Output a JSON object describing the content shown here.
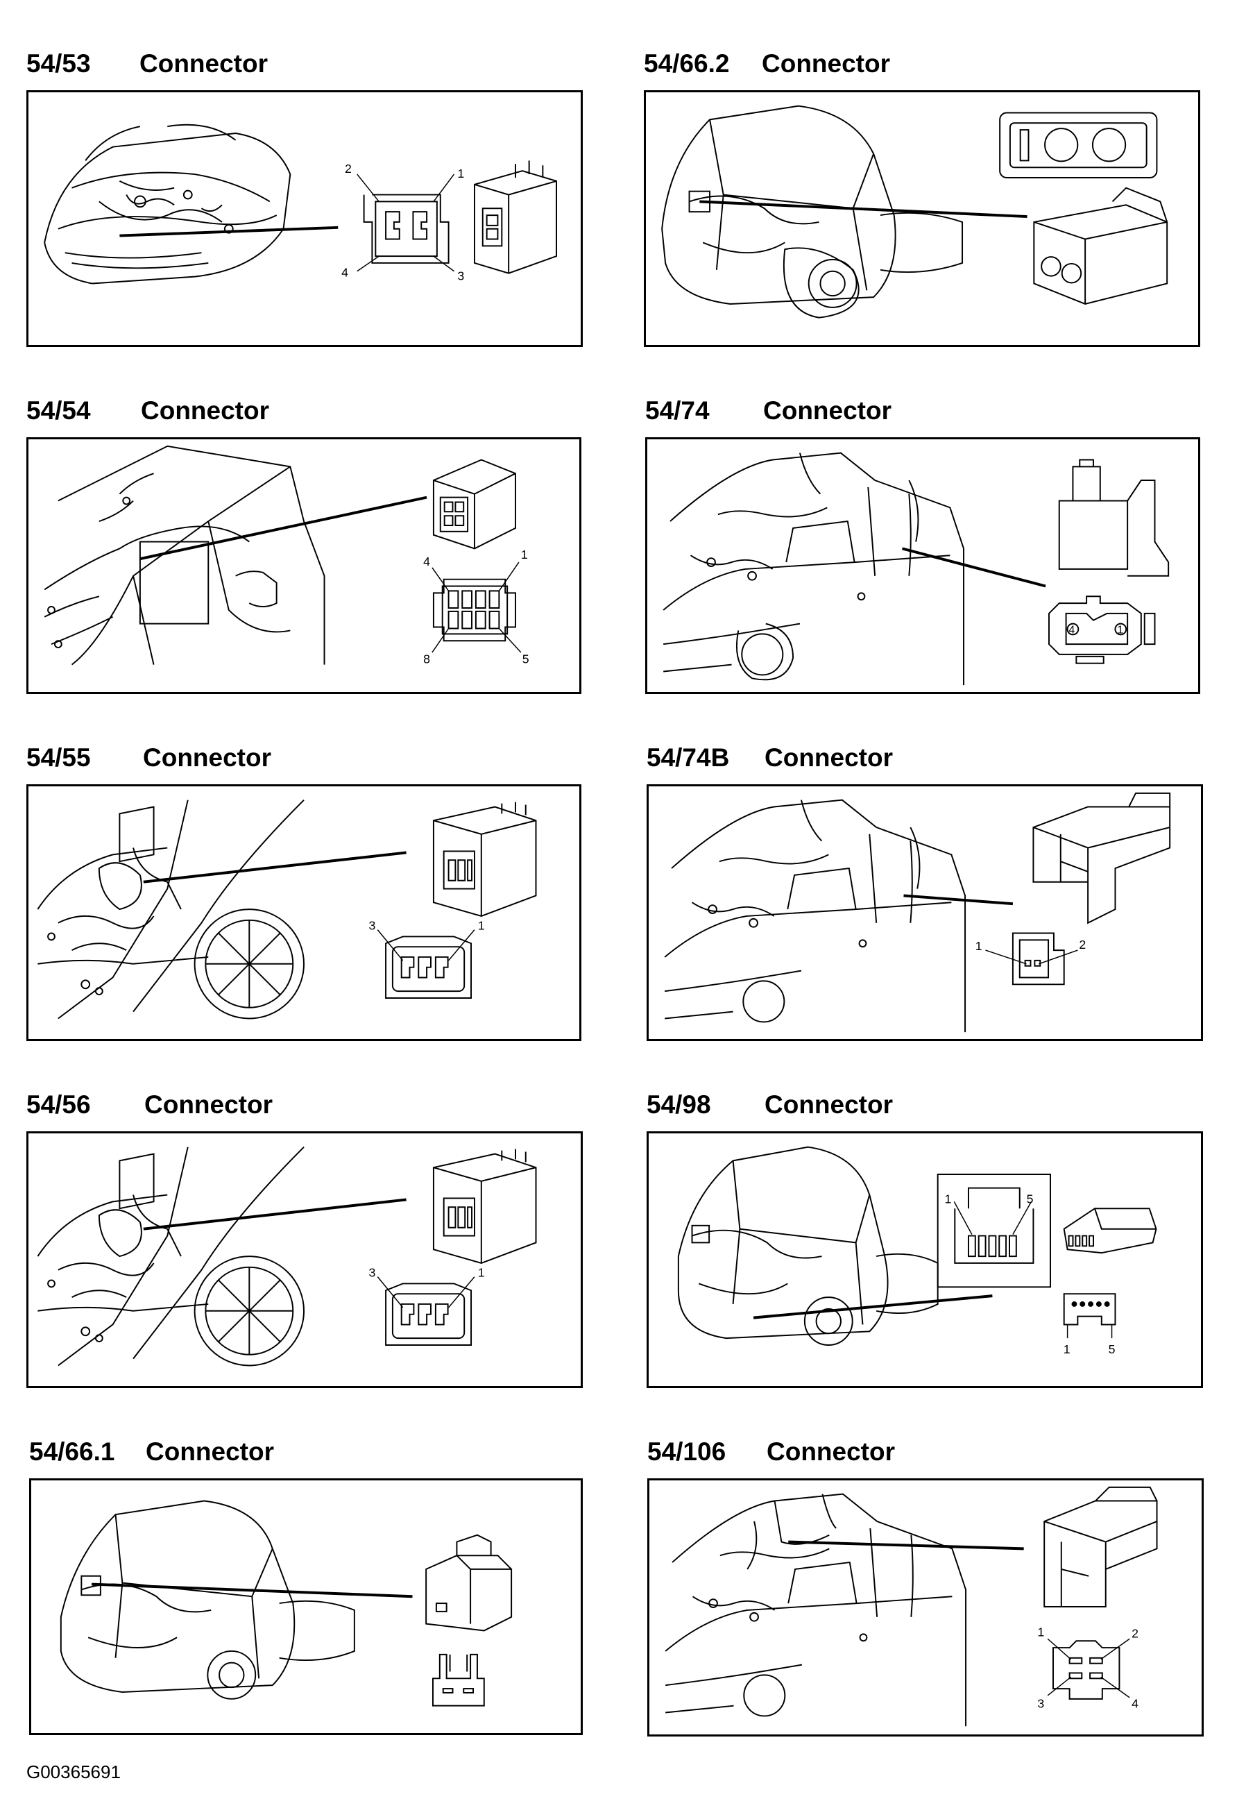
{
  "panels": [
    {
      "id": "54/53",
      "label": "Connector",
      "pins": [
        "2",
        "1",
        "4",
        "3"
      ]
    },
    {
      "id": "54/66.2",
      "label": "Connector",
      "pins": []
    },
    {
      "id": "54/54",
      "label": "Connector",
      "pins": [
        "4",
        "1",
        "8",
        "5"
      ]
    },
    {
      "id": "54/74",
      "label": "Connector",
      "pins": [
        "4",
        "1"
      ]
    },
    {
      "id": "54/55",
      "label": "Connector",
      "pins": [
        "3",
        "1"
      ]
    },
    {
      "id": "54/74B",
      "label": "Connector",
      "pins": [
        "1",
        "2"
      ]
    },
    {
      "id": "54/56",
      "label": "Connector",
      "pins": [
        "3",
        "1"
      ]
    },
    {
      "id": "54/98",
      "label": "Connector",
      "pins": [
        "1",
        "5",
        "1",
        "5"
      ]
    },
    {
      "id": "54/66.1",
      "label": "Connector",
      "pins": []
    },
    {
      "id": "54/106",
      "label": "Connector",
      "pins": [
        "1",
        "2",
        "3",
        "4"
      ]
    }
  ],
  "footer": {
    "code": "G00365691"
  }
}
